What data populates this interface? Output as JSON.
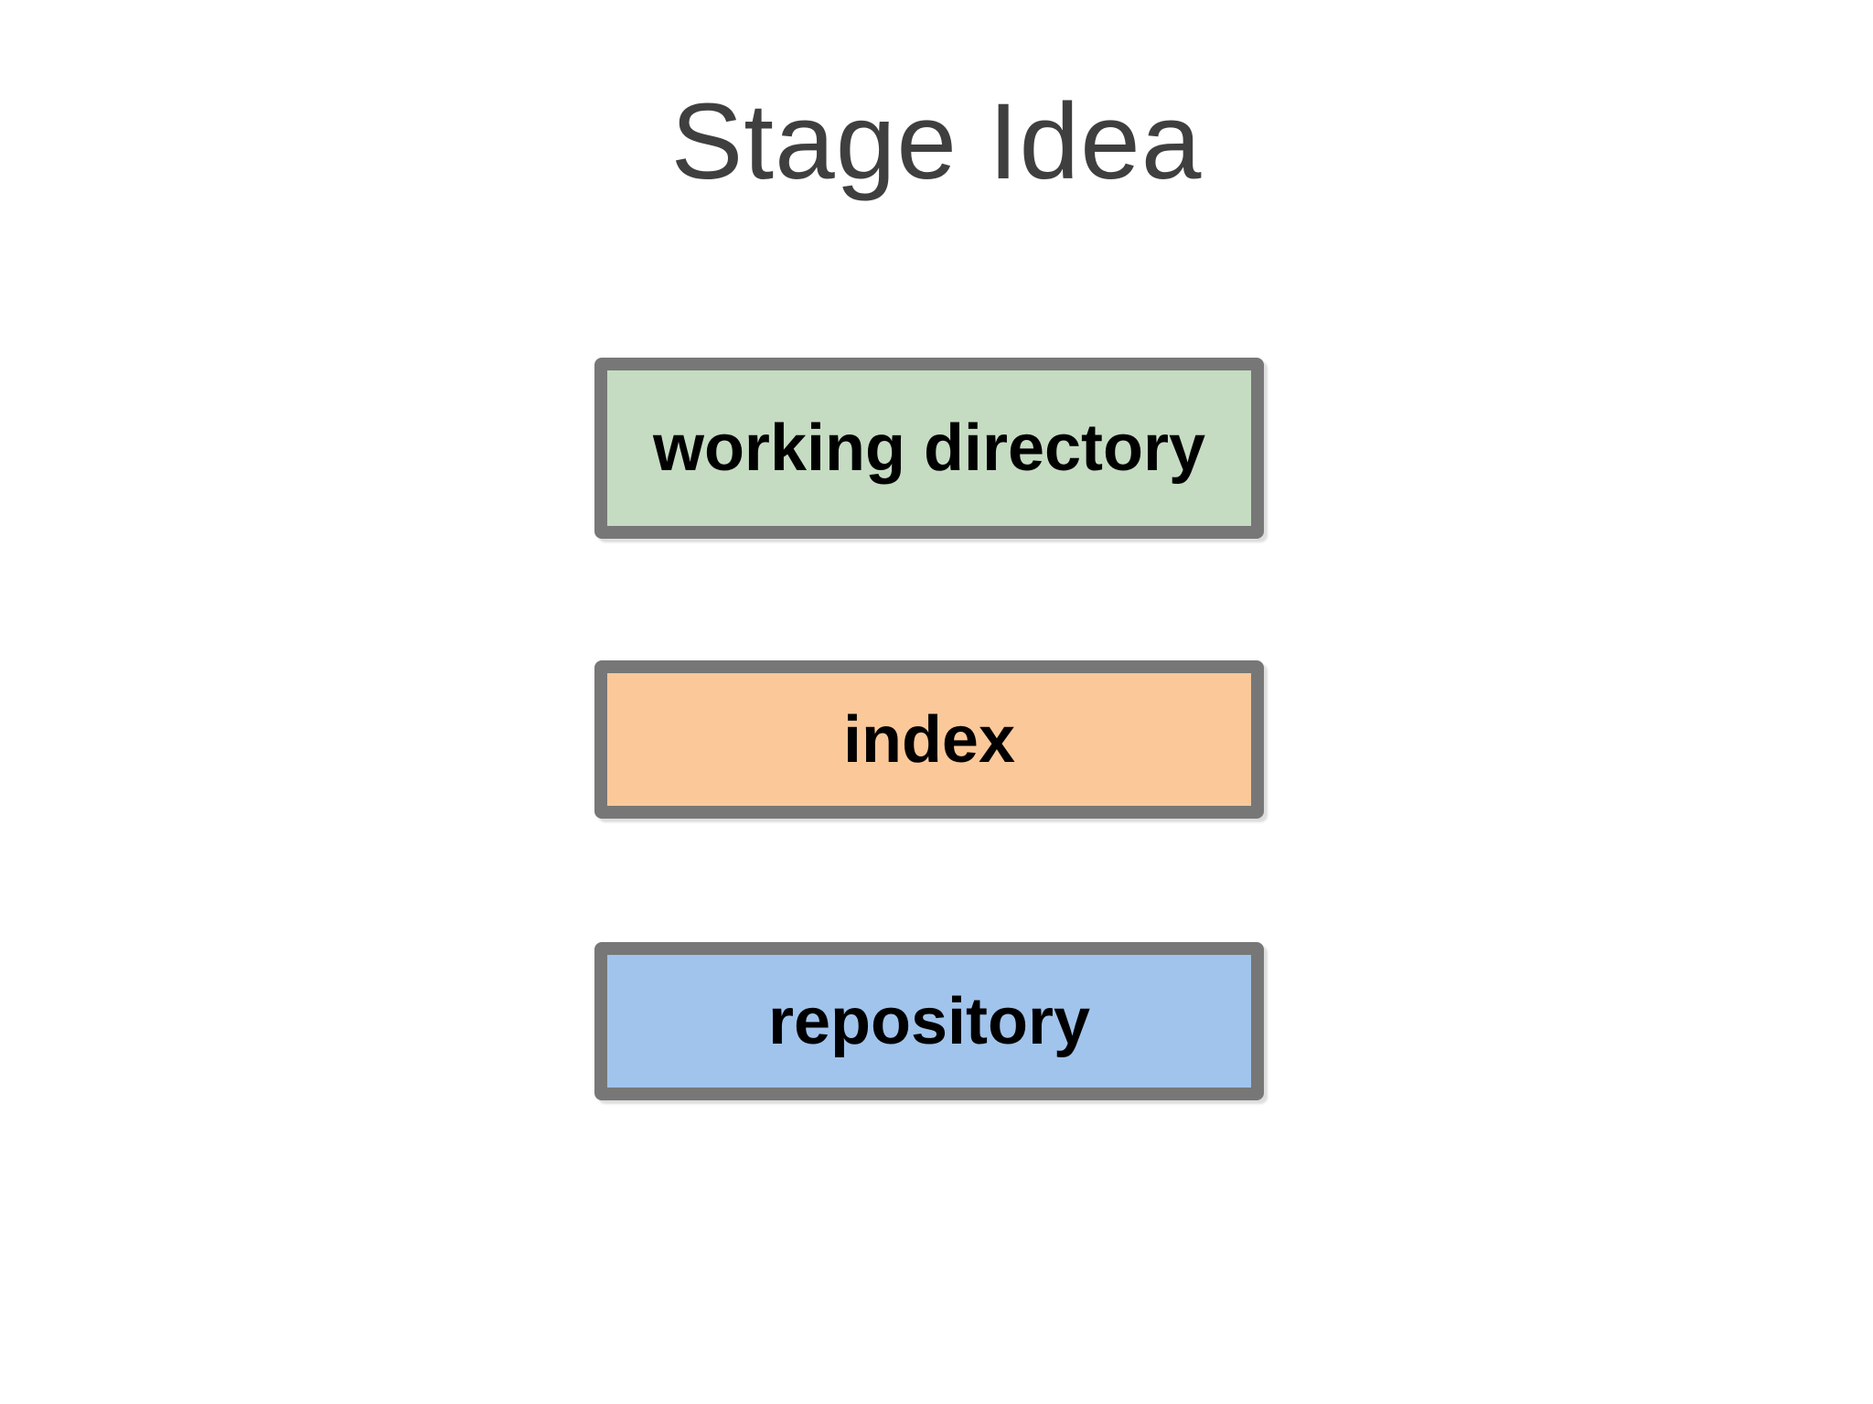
{
  "title": "Stage Idea",
  "colors": {
    "background": "#ffffff",
    "title_text": "#3f3f3f",
    "box_border": "#777777",
    "box_label_text": "#000000"
  },
  "diagram": {
    "boxes": [
      {
        "id": "working-directory",
        "label": "working directory",
        "fill": "#c5dcc2"
      },
      {
        "id": "index",
        "label": "index",
        "fill": "#fbc89a"
      },
      {
        "id": "repository",
        "label": "repository",
        "fill": "#a1c4ec"
      }
    ]
  }
}
